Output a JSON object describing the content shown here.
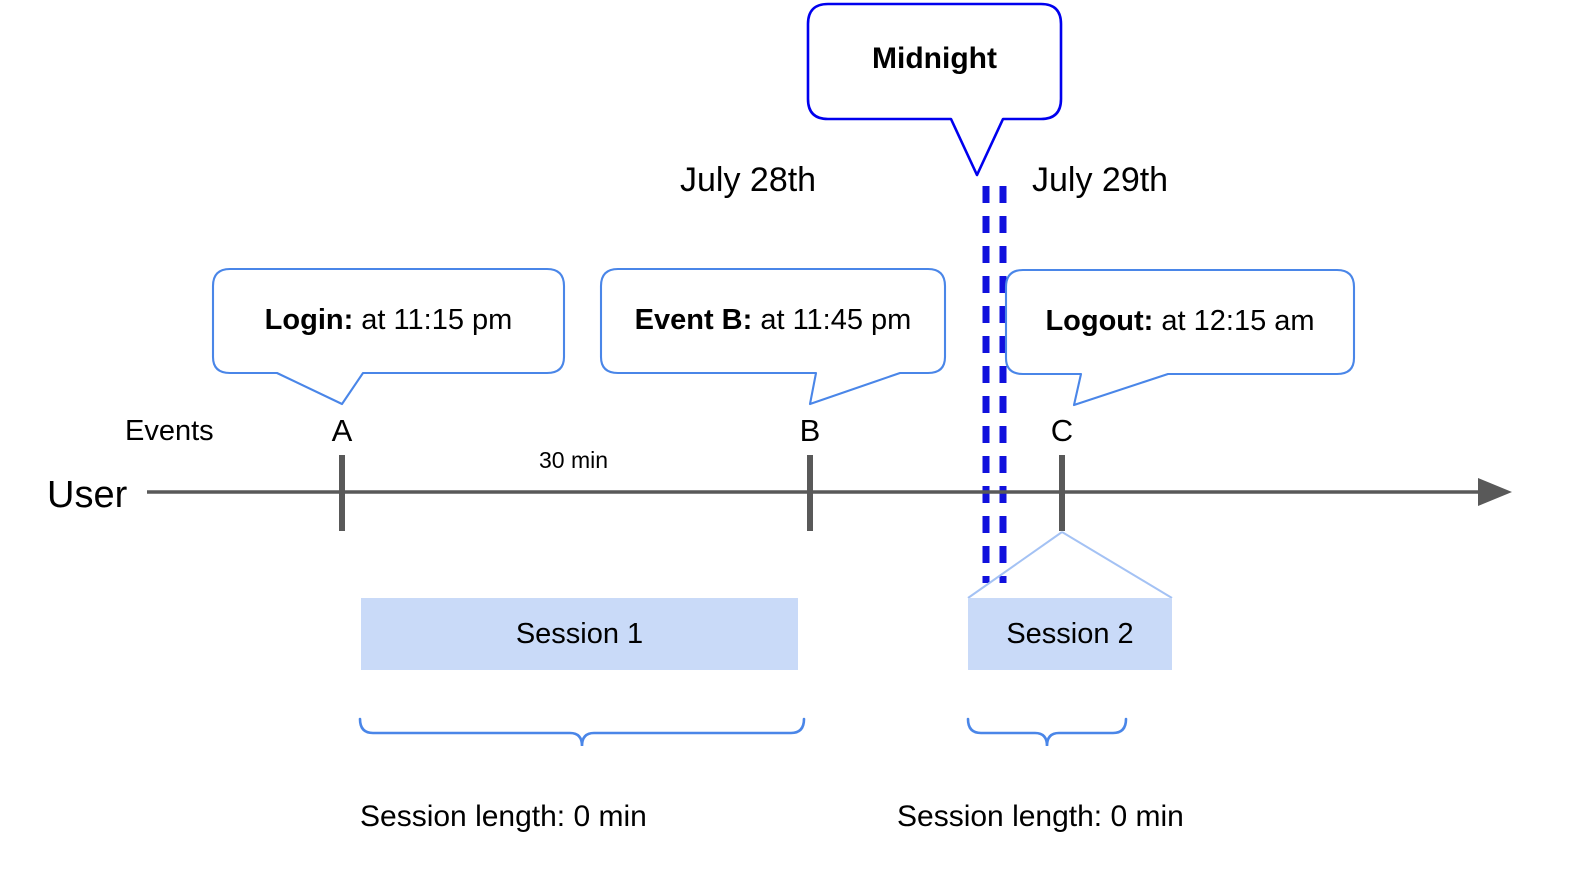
{
  "diagram": {
    "title_callout": {
      "label": "Midnight",
      "border_color": "#0000ee"
    },
    "dates": [
      {
        "label": "July 28th"
      },
      {
        "label": "July 29th"
      }
    ],
    "midnight_divider": {
      "name": "midnight-dashed-lines",
      "color": "#1111dd",
      "line_count": 2
    },
    "axis": {
      "row_label": "User",
      "events_label": "Events",
      "color": "#595959",
      "arrow": "right-arrow"
    },
    "event_callouts": [
      {
        "bold": "Login:",
        "rest": " at 11:15 pm",
        "marker": "A",
        "border_color": "#4a86e8"
      },
      {
        "bold": "Event B:",
        "rest": " at 11:45 pm",
        "marker": "B",
        "border_color": "#4a86e8"
      },
      {
        "bold": "Logout:",
        "rest": " at 12:15 am",
        "marker": "C",
        "border_color": "#4a86e8"
      }
    ],
    "interval_label": "30 min",
    "sessions": [
      {
        "label": "Session 1",
        "fill_color": "#c9daf8",
        "length_label": "Session length: 0 min"
      },
      {
        "label": "Session 2",
        "fill_color": "#c9daf8",
        "length_label": "Session length: 0 min"
      }
    ],
    "brace_color": "#4a86e8"
  }
}
